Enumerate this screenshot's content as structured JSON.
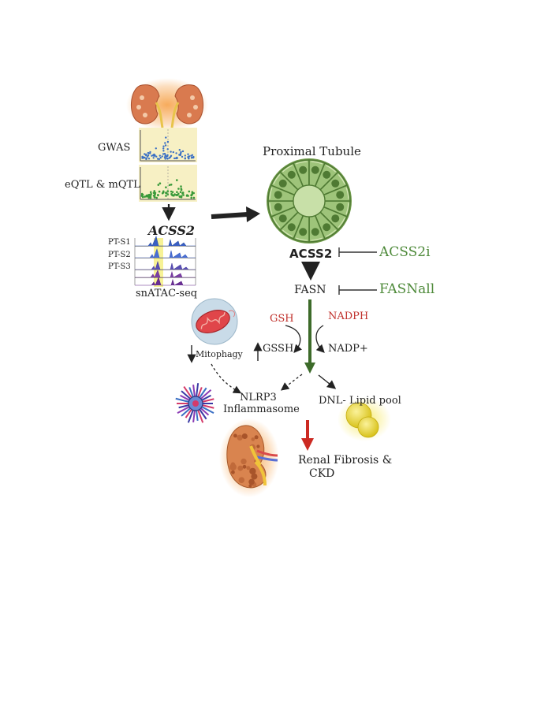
{
  "labels": {
    "gwas": "GWAS",
    "eqtl_mqtl": "eQTL & mQTL",
    "acss2_gene": "ACSS2",
    "pt_s1": "PT-S1",
    "pt_s2": "PT-S2",
    "pt_s3": "PT-S3",
    "snatac": "snATAC-seq",
    "proximal_tubule": "Proximal Tubule",
    "acss2": "ACSS2",
    "acss2i": "ACSS2i",
    "fasn": "FASN",
    "fasnall": "FASNall",
    "gsh": "GSH",
    "nadph": "NADPH",
    "gssh": "GSSH",
    "nadp": "NADP+",
    "mitophagy": "Mitophagy",
    "nlrp3": "NLRP3",
    "inflammasome": "Inflammasome",
    "dnl_lipid_pool": "DNL- Lipid pool",
    "renal_fibrosis": "Renal Fibrosis &",
    "ckd": "CKD"
  },
  "colors": {
    "inhibitor_green": "#4e8a3a",
    "cofactor_red": "#c0302b",
    "pathway_green": "#3d6b2a",
    "fibrosis_arrow_red": "#cc2a22",
    "cell_light": "#9ec47a",
    "cell_dark": "#4f7a33",
    "plot_bg": "#f7f0c4"
  },
  "icons": {
    "kidneys": "kidney-pair-icon",
    "mitochondrion": "mitochondrion-icon",
    "inflammasome": "inflammasome-icon",
    "lipid_droplets": "lipid-droplet-icon",
    "fibrotic_kidney": "fibrotic-kidney-icon"
  }
}
